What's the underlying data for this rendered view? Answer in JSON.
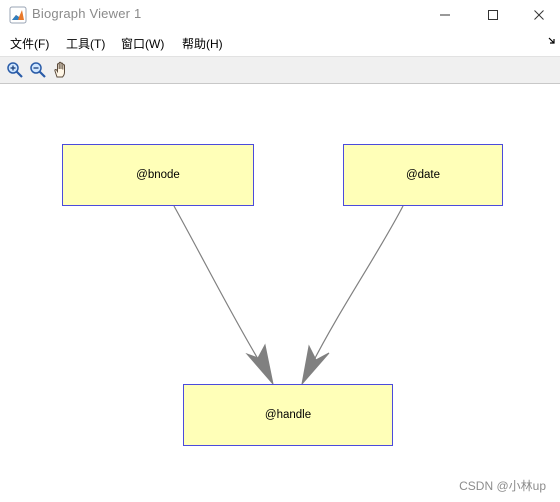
{
  "window": {
    "title": "Biograph Viewer 1",
    "icon": "matlab-icon"
  },
  "menu": {
    "items": [
      {
        "label": "文件(F)"
      },
      {
        "label": "工具(T)"
      },
      {
        "label": "窗口(W)"
      },
      {
        "label": "帮助(H)"
      }
    ],
    "overflow_icon": "menu-arrow-icon"
  },
  "toolbar": {
    "tools": [
      {
        "icon": "zoom-in-icon"
      },
      {
        "icon": "zoom-out-icon"
      },
      {
        "icon": "pan-hand-icon"
      }
    ]
  },
  "graph": {
    "nodes": [
      {
        "id": "bnode",
        "label": "@bnode"
      },
      {
        "id": "date",
        "label": "@date"
      },
      {
        "id": "handle",
        "label": "@handle"
      }
    ],
    "edges": [
      {
        "from": "bnode",
        "to": "handle"
      },
      {
        "from": "date",
        "to": "handle"
      }
    ],
    "node_fill": "#ffffb8",
    "node_border": "#4b4bdc",
    "edge_color": "#808080"
  },
  "watermark": "CSDN @小林up"
}
